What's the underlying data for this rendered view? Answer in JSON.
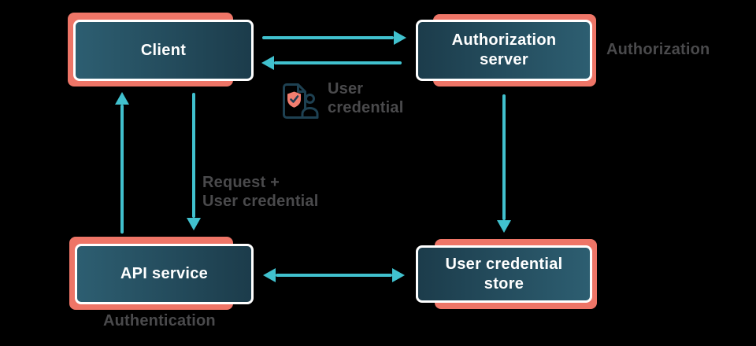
{
  "title": "OAuth user credential flow diagram",
  "colors": {
    "background": "#000000",
    "accent": "#ee7567",
    "arrow": "#41c1ce",
    "box_fill_light": "#2d5e71",
    "box_fill_dark": "#1c3c4b",
    "box_border": "#ffffff",
    "box_text": "#ffffff",
    "annotation_text": "#4a4a4c",
    "icon_stroke": "#1e4152",
    "icon_shield": "#f27e70"
  },
  "nodes": [
    {
      "id": "client",
      "label": "Client"
    },
    {
      "id": "authorization-server",
      "label": "Authorization server"
    },
    {
      "id": "api-service",
      "label": "API service"
    },
    {
      "id": "user-credential-store",
      "label": "User credential store"
    }
  ],
  "annotations": {
    "authorization": "Authorization",
    "authentication": "Authentication",
    "user_credential": "User\ncredential",
    "request_user_credential": "Request +\nUser credential"
  },
  "icons": [
    {
      "name": "user-credential-icon",
      "description": "document with shield checkmark and user figure"
    }
  ],
  "edges": [
    {
      "from": "client",
      "to": "authorization-server",
      "type": "arrow-right"
    },
    {
      "from": "authorization-server",
      "to": "client",
      "type": "arrow-left",
      "label": "User credential"
    },
    {
      "from": "client",
      "to": "api-service",
      "type": "arrow-down",
      "label": "Request + User credential"
    },
    {
      "from": "api-service",
      "to": "client",
      "type": "arrow-up"
    },
    {
      "from": "authorization-server",
      "to": "user-credential-store",
      "type": "arrow-down"
    },
    {
      "from": "api-service",
      "to": "user-credential-store",
      "type": "arrow-both"
    }
  ]
}
